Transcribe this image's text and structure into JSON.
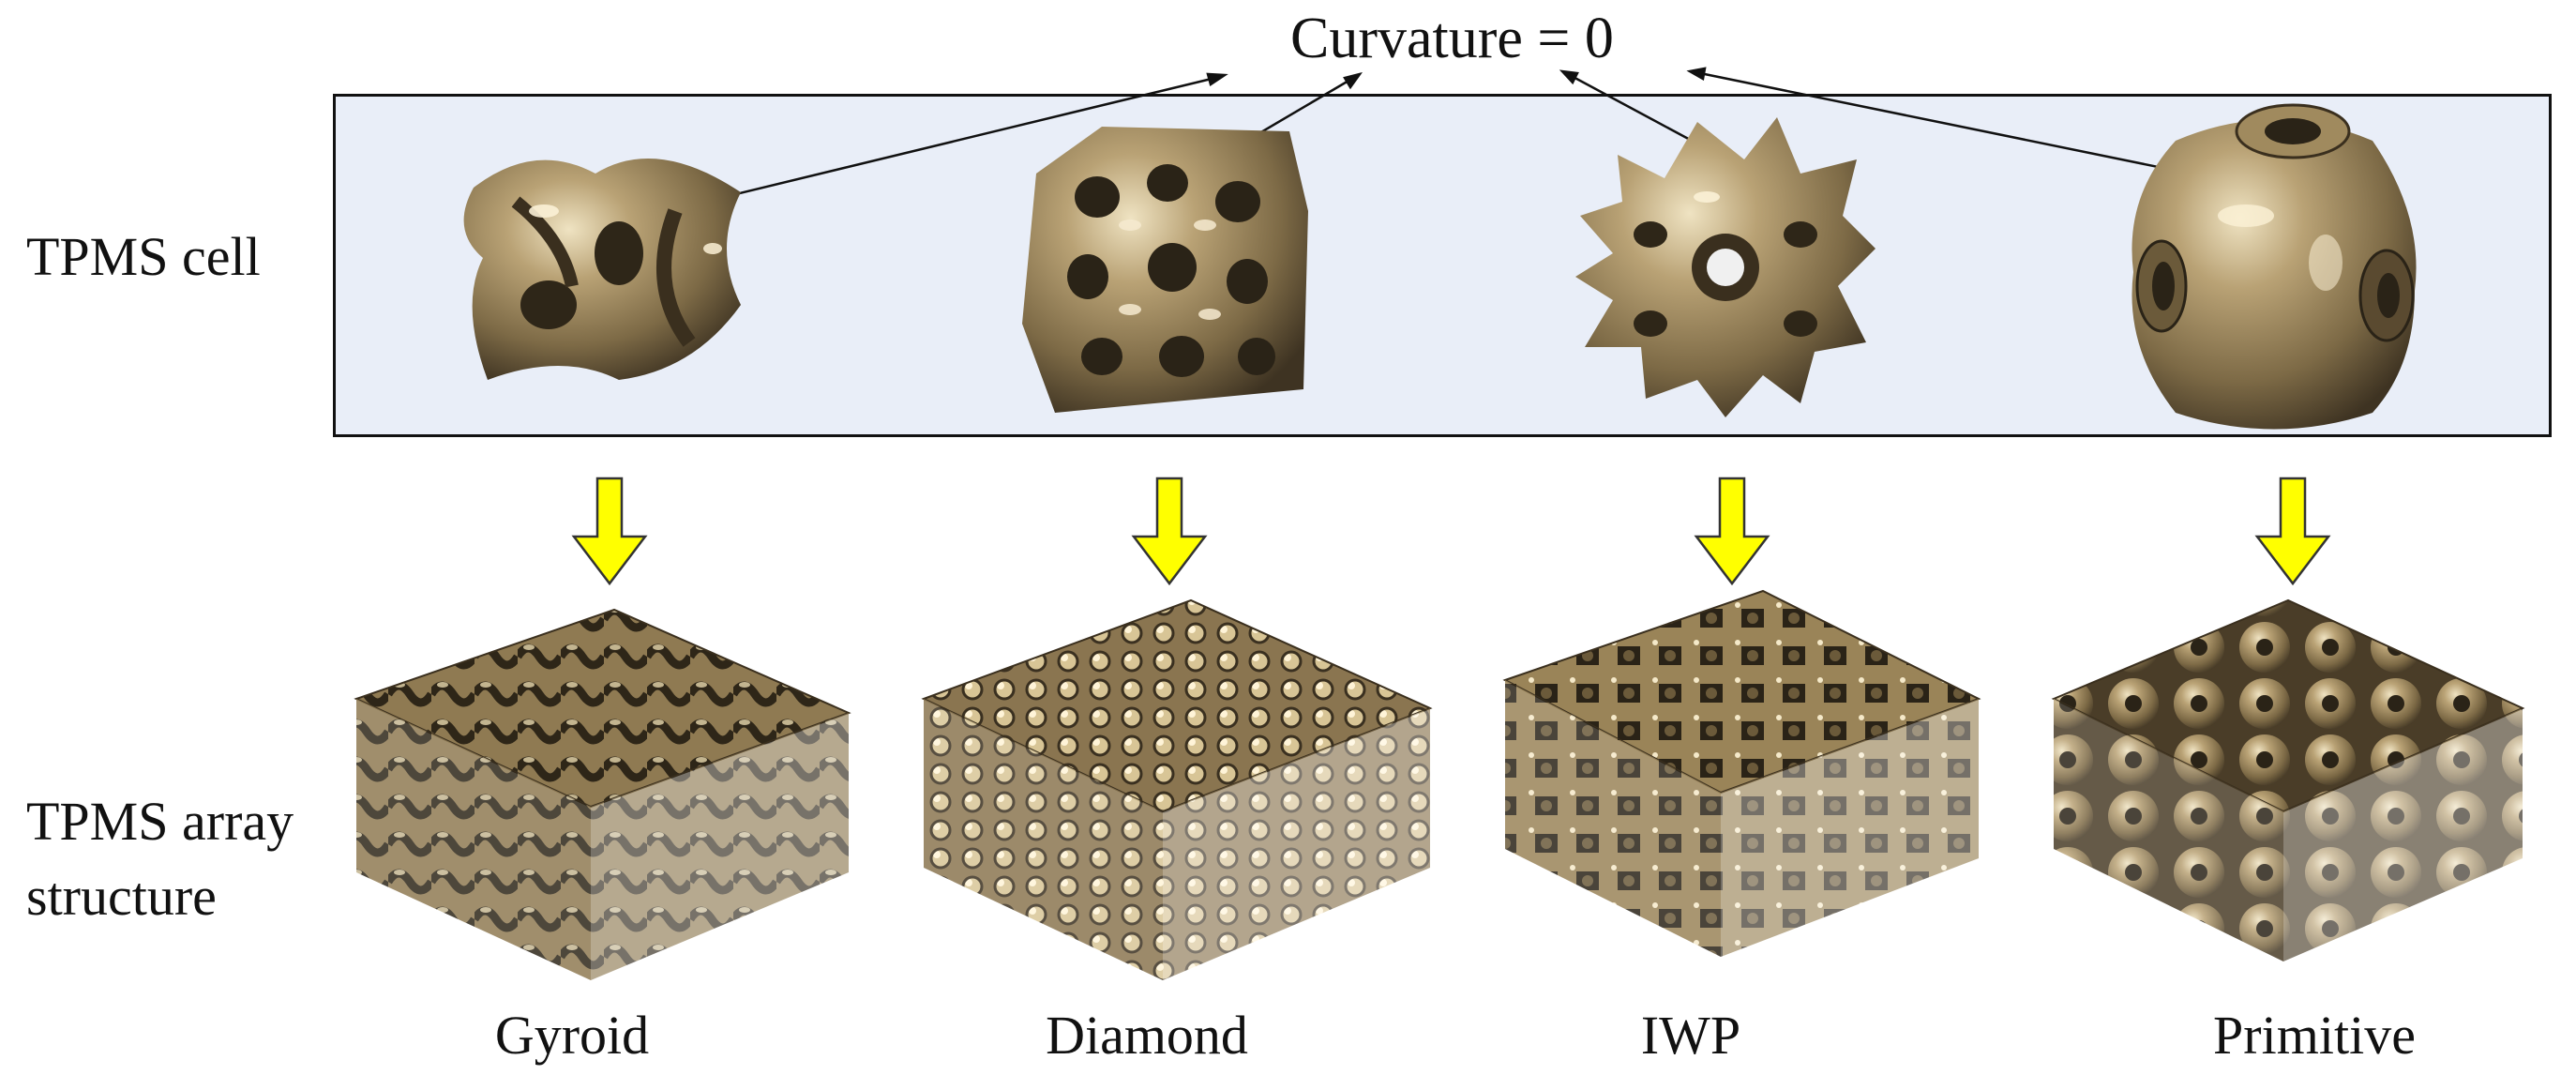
{
  "title": "Curvature = 0",
  "row_labels": {
    "cell": "TPMS cell",
    "array_line1": "TPMS array",
    "array_line2": "structure"
  },
  "structures": [
    "Gyroid",
    "Diamond",
    "IWP",
    "Primitive"
  ],
  "colors": {
    "band_fill": "#e9eef8",
    "band_border": "#111111",
    "arrow_fill": "#ffff00",
    "arrow_stroke": "#333333",
    "metal_light": "#c9b58a",
    "metal_mid": "#8f7a52",
    "metal_dark": "#3e3322"
  }
}
